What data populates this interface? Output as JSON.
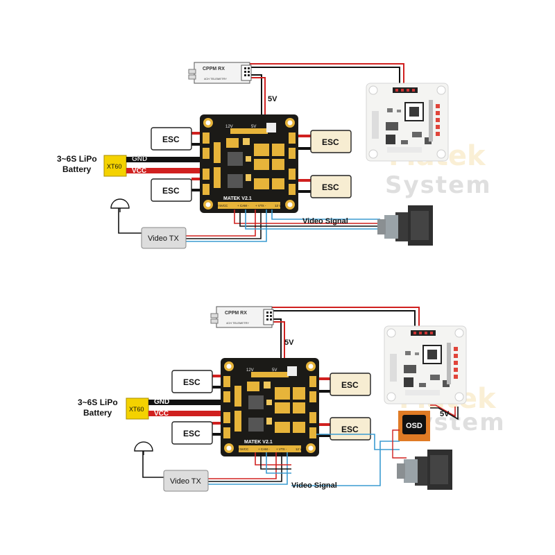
{
  "watermark": {
    "word1": "Matek",
    "word2": "System"
  },
  "labels": {
    "battery_line1": "3~6S LiPo",
    "battery_line2": "Battery",
    "connector": "XT60",
    "gnd": "GND",
    "vcc": "VCC",
    "esc": "ESC",
    "receiver": "CPPM RX",
    "receiver_sub": "4CH TELEMETRY",
    "five_v": "5V",
    "video_tx": "Video TX",
    "video_signal": "Video Signal",
    "osd": "OSD",
    "board_name": "MATEK V2.1",
    "board_top": "12V",
    "board_5v": "5V",
    "board_bottom_left": "12  5VCC",
    "board_bottom_mid": "+  CAM  -",
    "board_bottom_right": "+  VTX  -",
    "board_bottom_far": "12  VCC"
  },
  "colors": {
    "wire_red": "#d0201f",
    "wire_black": "#111111",
    "wire_blue": "#3a9bd1",
    "connector_yellow": "#f4d200",
    "board": "#1b1a17",
    "pad_gold": "#e7b43a",
    "esc_fill": "#f7edd2"
  }
}
